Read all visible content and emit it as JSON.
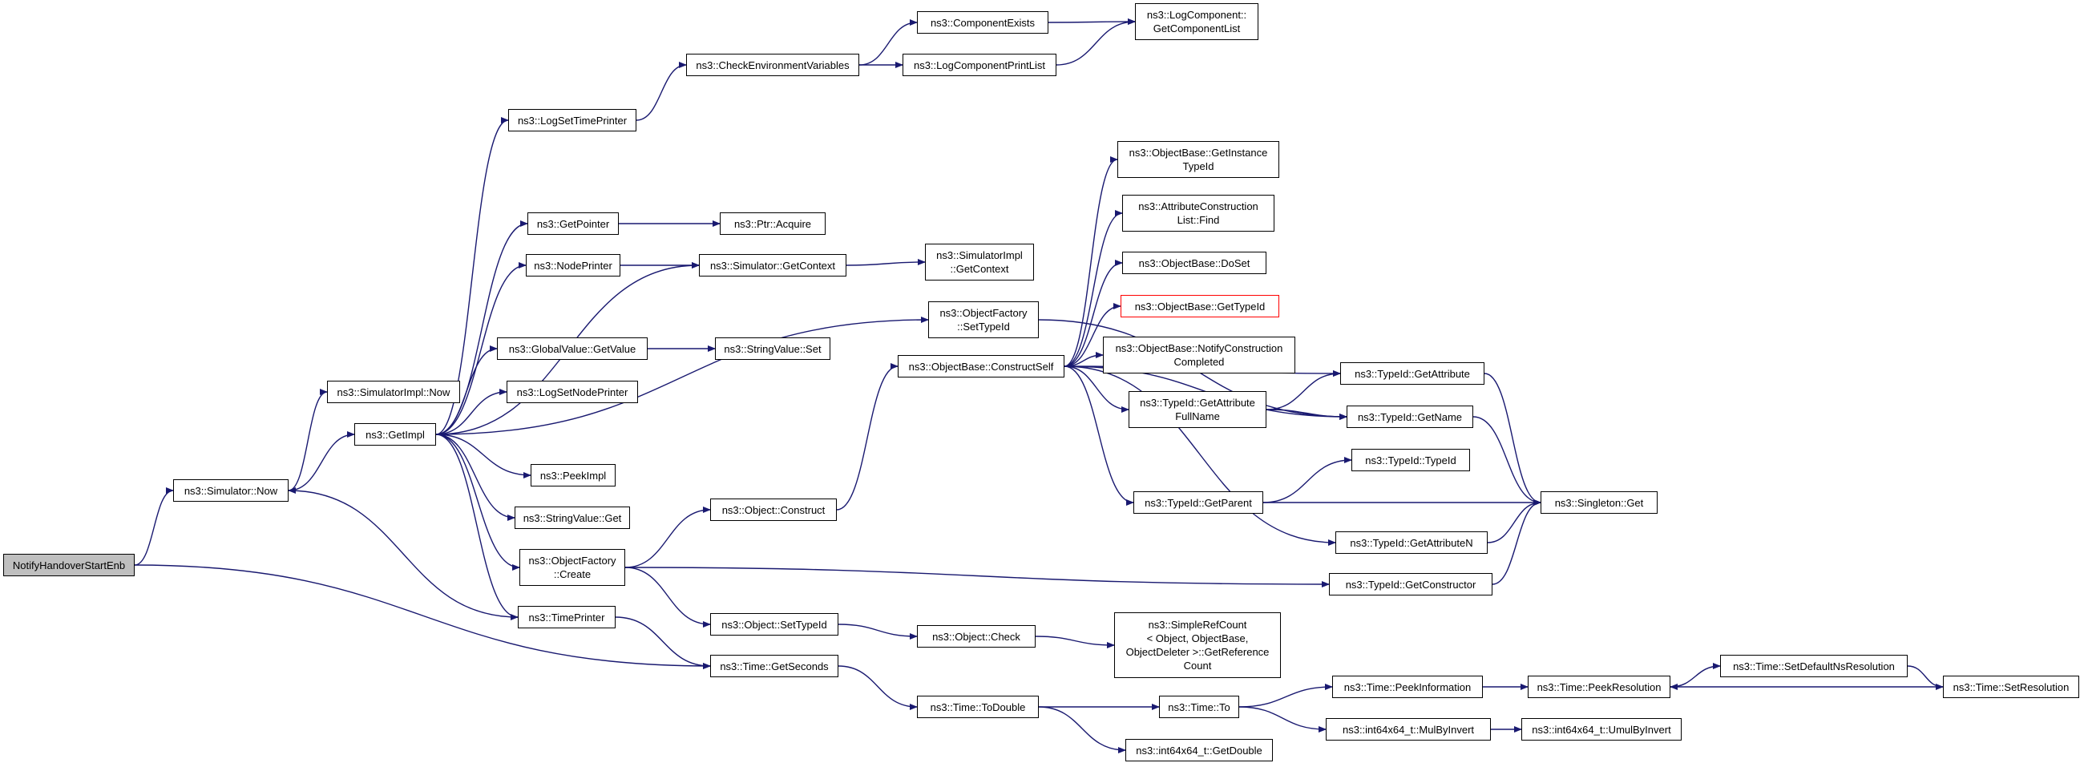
{
  "graph": {
    "edge_color": "#191970",
    "root_fill": "#bfbfbf",
    "highlight_border": "#ff0000",
    "nodes": {
      "notify": "NotifyHandoverStartEnb",
      "simulator_now": "ns3::Simulator::Now",
      "simulatorimpl_now": "ns3::SimulatorImpl::Now",
      "getimpl": "ns3::GetImpl",
      "timeprinter": "ns3::TimePrinter",
      "time_getseconds": "ns3::Time::GetSeconds",
      "logsettimeprinter": "ns3::LogSetTimePrinter",
      "checkenv": "ns3::CheckEnvironmentVariables",
      "componentexists": "ns3::ComponentExists",
      "logcomponentprintlist": "ns3::LogComponentPrintList",
      "logcomponent_getlist": "ns3::LogComponent::\nGetComponentList",
      "getpointer": "ns3::GetPointer",
      "ptr_acquire": "ns3::Ptr::Acquire",
      "nodeprinter": "ns3::NodePrinter",
      "simulator_getcontext": "ns3::Simulator::GetContext",
      "simulatorimpl_getcontext": "ns3::SimulatorImpl\n::GetContext",
      "globalvalue_getvalue": "ns3::GlobalValue::GetValue",
      "stringvalue_set": "ns3::StringValue::Set",
      "logsetnodeprinter": "ns3::LogSetNodePrinter",
      "peekimpl": "ns3::PeekImpl",
      "stringvalue_get": "ns3::StringValue::Get",
      "objectfactory_create": "ns3::ObjectFactory\n::Create",
      "object_construct": "ns3::Object::Construct",
      "object_settypeid": "ns3::Object::SetTypeId",
      "object_check": "ns3::Object::Check",
      "simplerefcount_getrefcount": "ns3::SimpleRefCount\n< Object, ObjectBase,\nObjectDeleter >::GetReference\nCount",
      "objectfactory_settypeid": "ns3::ObjectFactory\n::SetTypeId",
      "objectbase_constructself": "ns3::ObjectBase::ConstructSelf",
      "objectbase_getinstancetypeid": "ns3::ObjectBase::GetInstance\nTypeId",
      "attrconstructionlist_find": "ns3::AttributeConstruction\nList::Find",
      "objectbase_doset": "ns3::ObjectBase::DoSet",
      "objectbase_gettypeid": "ns3::ObjectBase::GetTypeId",
      "objectbase_notifyconstructioncompleted": "ns3::ObjectBase::NotifyConstruction\nCompleted",
      "typeid_getattributefullname": "ns3::TypeId::GetAttribute\nFullName",
      "typeid_getparent": "ns3::TypeId::GetParent",
      "typeid_getattribute": "ns3::TypeId::GetAttribute",
      "typeid_getname": "ns3::TypeId::GetName",
      "typeid_typeid": "ns3::TypeId::TypeId",
      "singleton_get": "ns3::Singleton::Get",
      "typeid_getattributen": "ns3::TypeId::GetAttributeN",
      "typeid_getconstructor": "ns3::TypeId::GetConstructor",
      "time_todouble": "ns3::Time::ToDouble",
      "time_to": "ns3::Time::To",
      "int64_getdouble": "ns3::int64x64_t::GetDouble",
      "time_peekinformation": "ns3::Time::PeekInformation",
      "time_peekresolution": "ns3::Time::PeekResolution",
      "time_setdefaultnsresolution": "ns3::Time::SetDefaultNsResolution",
      "time_setresolution": "ns3::Time::SetResolution",
      "int64_mulbyinvert": "ns3::int64x64_t::MulByInvert",
      "int64_umulbyinvert": "ns3::int64x64_t::UmulByInvert"
    },
    "edges": [
      [
        "notify",
        "simulator_now"
      ],
      [
        "notify",
        "time_getseconds"
      ],
      [
        "simulator_now",
        "simulatorimpl_now"
      ],
      [
        "simulator_now",
        "getimpl"
      ],
      [
        "getimpl",
        "logsettimeprinter"
      ],
      [
        "getimpl",
        "getpointer"
      ],
      [
        "getimpl",
        "nodeprinter"
      ],
      [
        "getimpl",
        "simulator_getcontext"
      ],
      [
        "getimpl",
        "globalvalue_getvalue"
      ],
      [
        "getimpl",
        "logsetnodeprinter"
      ],
      [
        "getimpl",
        "peekimpl"
      ],
      [
        "getimpl",
        "stringvalue_get"
      ],
      [
        "getimpl",
        "objectfactory_create"
      ],
      [
        "getimpl",
        "timeprinter"
      ],
      [
        "getimpl",
        "objectfactory_settypeid"
      ],
      [
        "timeprinter",
        "simulator_now"
      ],
      [
        "timeprinter",
        "time_getseconds"
      ],
      [
        "logsettimeprinter",
        "checkenv"
      ],
      [
        "checkenv",
        "componentexists"
      ],
      [
        "checkenv",
        "logcomponentprintlist"
      ],
      [
        "componentexists",
        "logcomponent_getlist"
      ],
      [
        "logcomponentprintlist",
        "logcomponent_getlist"
      ],
      [
        "getpointer",
        "ptr_acquire"
      ],
      [
        "nodeprinter",
        "simulator_getcontext"
      ],
      [
        "simulator_getcontext",
        "simulatorimpl_getcontext"
      ],
      [
        "globalvalue_getvalue",
        "stringvalue_set"
      ],
      [
        "objectfactory_create",
        "object_construct"
      ],
      [
        "objectfactory_create",
        "object_settypeid"
      ],
      [
        "objectfactory_create",
        "typeid_getconstructor"
      ],
      [
        "object_construct",
        "objectbase_constructself"
      ],
      [
        "object_settypeid",
        "object_check"
      ],
      [
        "object_check",
        "simplerefcount_getrefcount"
      ],
      [
        "objectfactory_settypeid",
        "typeid_getname"
      ],
      [
        "objectbase_constructself",
        "objectbase_getinstancetypeid"
      ],
      [
        "objectbase_constructself",
        "attrconstructionlist_find"
      ],
      [
        "objectbase_constructself",
        "objectbase_doset"
      ],
      [
        "objectbase_constructself",
        "objectbase_gettypeid"
      ],
      [
        "objectbase_constructself",
        "objectbase_notifyconstructioncompleted"
      ],
      [
        "objectbase_constructself",
        "typeid_getattributefullname"
      ],
      [
        "objectbase_constructself",
        "typeid_getparent"
      ],
      [
        "objectbase_constructself",
        "typeid_getattributen"
      ],
      [
        "objectbase_constructself",
        "typeid_getname"
      ],
      [
        "objectbase_constructself",
        "typeid_getattribute"
      ],
      [
        "typeid_getattributefullname",
        "typeid_getattribute"
      ],
      [
        "typeid_getattributefullname",
        "typeid_getname"
      ],
      [
        "typeid_getparent",
        "typeid_typeid"
      ],
      [
        "typeid_getparent",
        "singleton_get"
      ],
      [
        "typeid_getattribute",
        "singleton_get"
      ],
      [
        "typeid_getname",
        "singleton_get"
      ],
      [
        "typeid_getattributen",
        "singleton_get"
      ],
      [
        "typeid_getconstructor",
        "singleton_get"
      ],
      [
        "time_getseconds",
        "time_todouble"
      ],
      [
        "time_todouble",
        "time_to"
      ],
      [
        "time_todouble",
        "int64_getdouble"
      ],
      [
        "time_to",
        "time_peekinformation"
      ],
      [
        "time_to",
        "int64_mulbyinvert"
      ],
      [
        "time_peekinformation",
        "time_peekresolution"
      ],
      [
        "int64_mulbyinvert",
        "int64_umulbyinvert"
      ],
      [
        "time_peekresolution",
        "time_setdefaultnsresolution"
      ],
      [
        "time_setdefaultnsresolution",
        "time_setresolution"
      ],
      [
        "time_setresolution",
        "time_peekresolution"
      ]
    ]
  }
}
